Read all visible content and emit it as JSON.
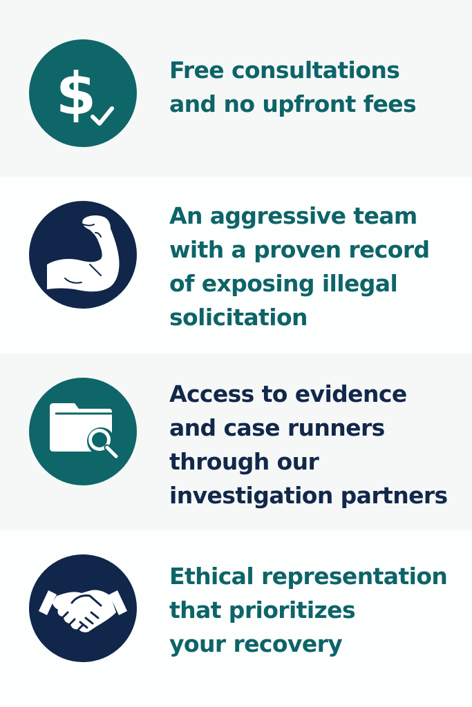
{
  "colors": {
    "teal": "#0e6669",
    "navy": "#10264a",
    "text_teal": "#0d6468",
    "text_navy": "#12284a",
    "background": "#fdfefe",
    "band_shade": "#f6f8f8"
  },
  "features": [
    {
      "icon": "dollar-check-icon",
      "circle_color": "teal",
      "text_color": "teal",
      "text": "Free consultations\nand no upfront fees"
    },
    {
      "icon": "flexed-bicep-icon",
      "circle_color": "navy",
      "text_color": "teal",
      "text": "An aggressive team\nwith a proven record\nof exposing illegal\nsolicitation"
    },
    {
      "icon": "folder-search-icon",
      "circle_color": "teal",
      "text_color": "navy",
      "text": "Access to evidence\nand case runners\nthrough our\ninvestigation partners"
    },
    {
      "icon": "handshake-icon",
      "circle_color": "navy",
      "text_color": "teal",
      "text": "Ethical representation\nthat prioritizes\nyour recovery"
    }
  ]
}
